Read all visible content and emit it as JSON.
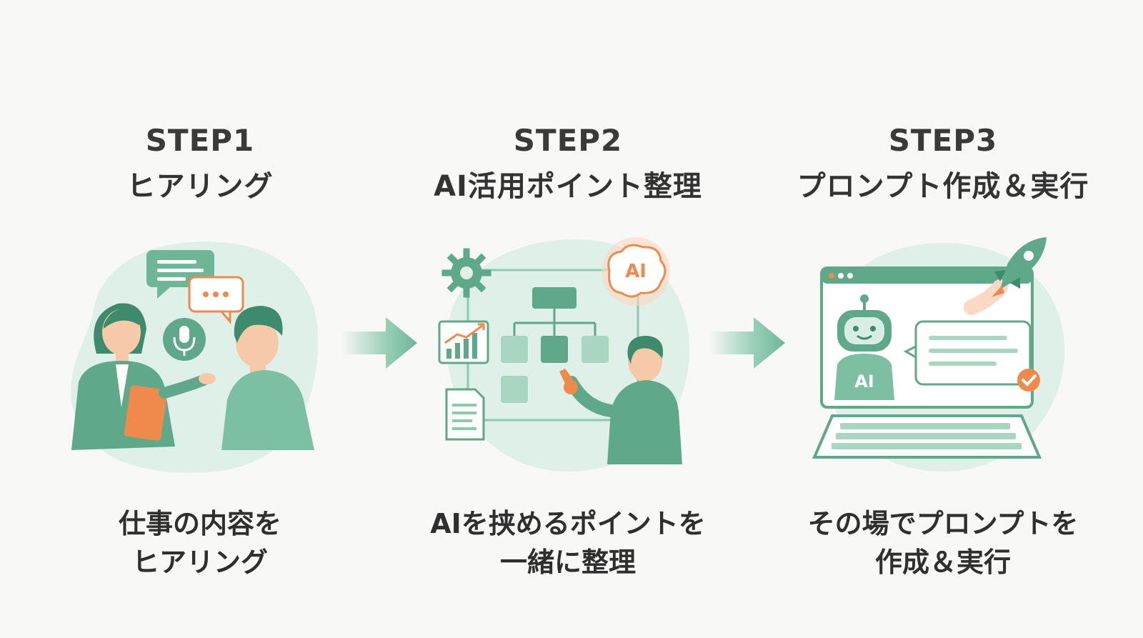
{
  "steps": [
    {
      "label": "STEP1",
      "title": "ヒアリング",
      "desc_lines": [
        "仕事の内容を",
        "ヒアリング"
      ]
    },
    {
      "label": "STEP2",
      "title": "AI活用ポイント整理",
      "desc_lines": [
        "AIを挟めるポイントを",
        "一緒に整理"
      ]
    },
    {
      "label": "STEP3",
      "title": "プロンプト作成＆実行",
      "desc_lines": [
        "その場でプロンプトを",
        "作成＆実行"
      ]
    }
  ],
  "illustration_text": {
    "brain": "AI",
    "robot": "AI"
  },
  "colors": {
    "primary": "#5fa98a",
    "primary_dark": "#3e8a6c",
    "light": "#d8ede4",
    "accent": "#ef8a4c",
    "background": "#f8f8f6"
  }
}
